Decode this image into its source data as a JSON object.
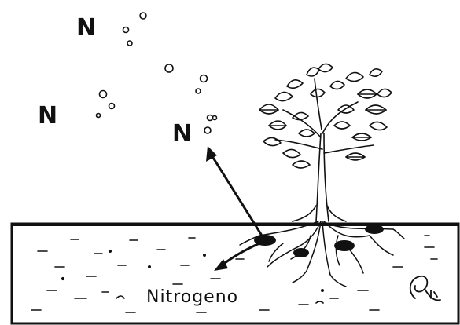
{
  "labels": {
    "n1": "N",
    "n2": "N",
    "n3": "N",
    "soil_label": "Nitrogeno"
  },
  "colors": {
    "ink": "#111111",
    "background": "#ffffff"
  },
  "icons": {
    "plant": "plant-icon",
    "arrow_up": "arrow-up-icon",
    "arrow_down": "arrow-curved-icon",
    "signature": "signature-icon"
  }
}
